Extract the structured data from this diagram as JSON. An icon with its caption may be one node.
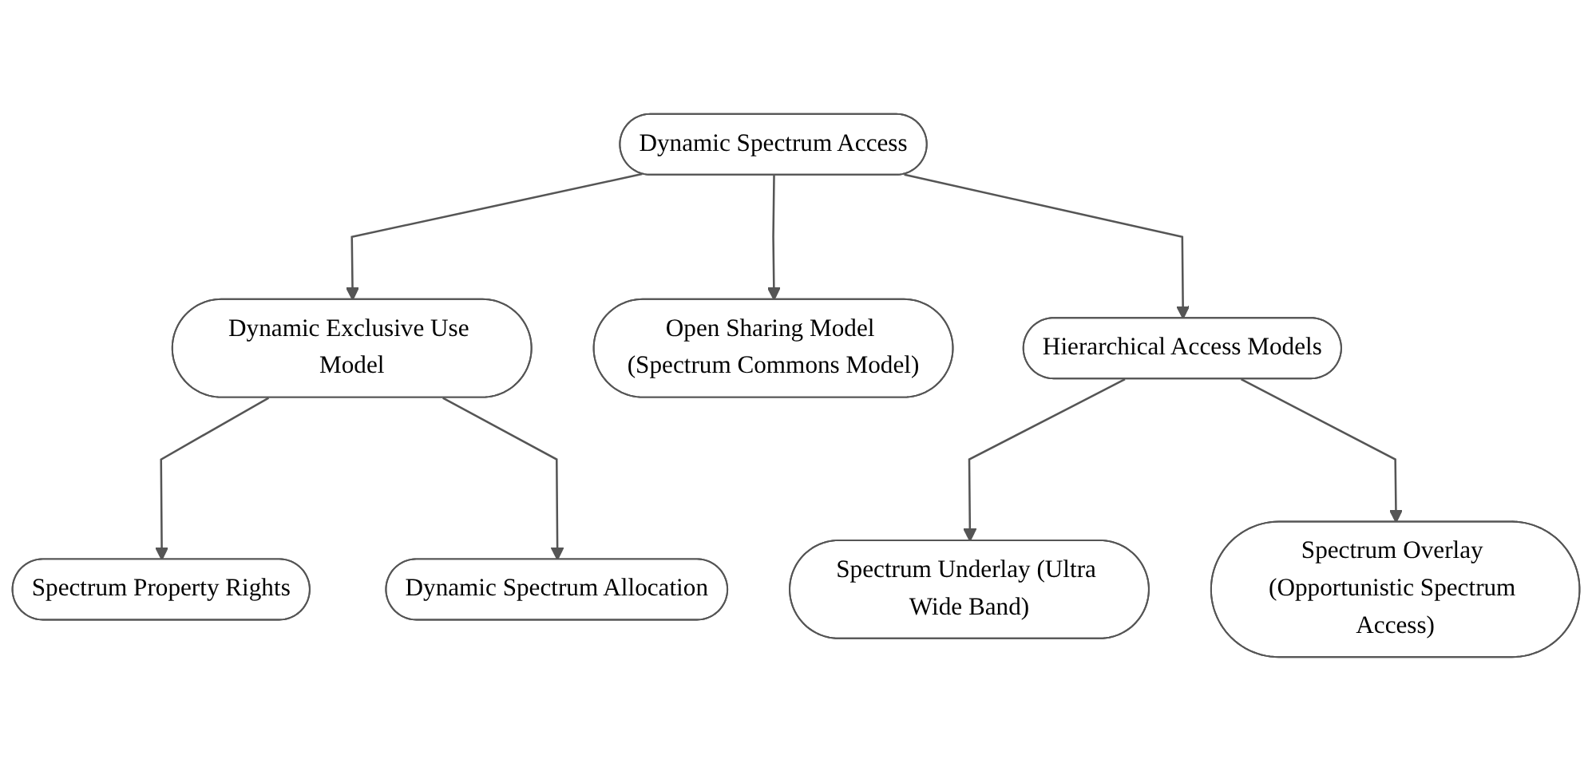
{
  "diagram": {
    "nodes": [
      {
        "text": [
          "Dynamic Spectrum Access"
        ]
      },
      {
        "text": [
          "Dynamic Exclusive Use Model"
        ]
      },
      {
        "text": [
          "Open Sharing Model (Spectrum Commons Model)"
        ]
      },
      {
        "text": [
          "Hierarchical Access Models"
        ]
      },
      {
        "text": [
          "Spectrum Property Rights"
        ]
      },
      {
        "text": [
          "Dynamic Spectrum Allocation"
        ]
      },
      {
        "text": [
          "Spectrum Underlay (Ultra Wide Band)"
        ]
      },
      {
        "text": [
          "Spectrum Overlay (Opportunistic Spectrum Access)"
        ]
      }
    ],
    "edges": [
      {
        "from": 0,
        "to": 1,
        "arrow": "to"
      },
      {
        "from": 0,
        "to": 2,
        "arrow": "to"
      },
      {
        "from": 0,
        "to": 3,
        "arrow": "to"
      },
      {
        "from": 1,
        "to": 4,
        "arrow": "to"
      },
      {
        "from": 1,
        "to": 5,
        "arrow": "to"
      },
      {
        "from": 3,
        "to": 6,
        "arrow": "to"
      },
      {
        "from": 3,
        "to": 7,
        "arrow": "to"
      }
    ]
  }
}
